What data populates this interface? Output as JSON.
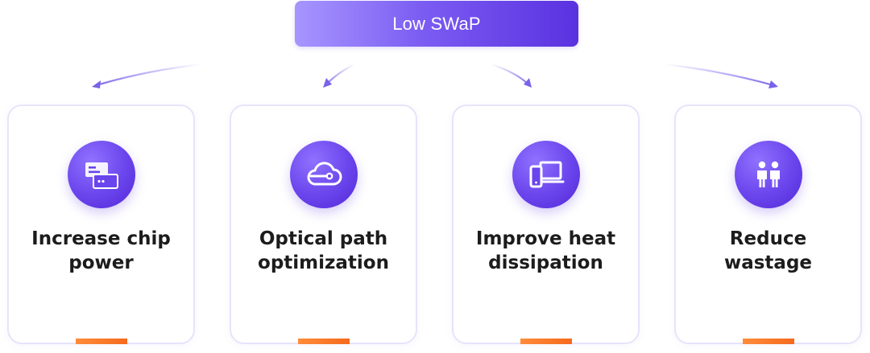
{
  "header": {
    "label": "Low SWaP"
  },
  "cards": [
    {
      "title_line1": "Increase chip",
      "title_line2": "power",
      "icon": "server-stack-icon"
    },
    {
      "title_line1": "Optical path",
      "title_line2": "optimization",
      "icon": "cloud-connection-icon"
    },
    {
      "title_line1": "Improve heat",
      "title_line2": "dissipation",
      "icon": "devices-icon"
    },
    {
      "title_line1": "Reduce",
      "title_line2": "wastage",
      "icon": "people-icon"
    }
  ],
  "colors": {
    "accent_purple": "#6a44ec",
    "accent_orange": "#f56a1e",
    "card_border": "#e6e4fb"
  }
}
